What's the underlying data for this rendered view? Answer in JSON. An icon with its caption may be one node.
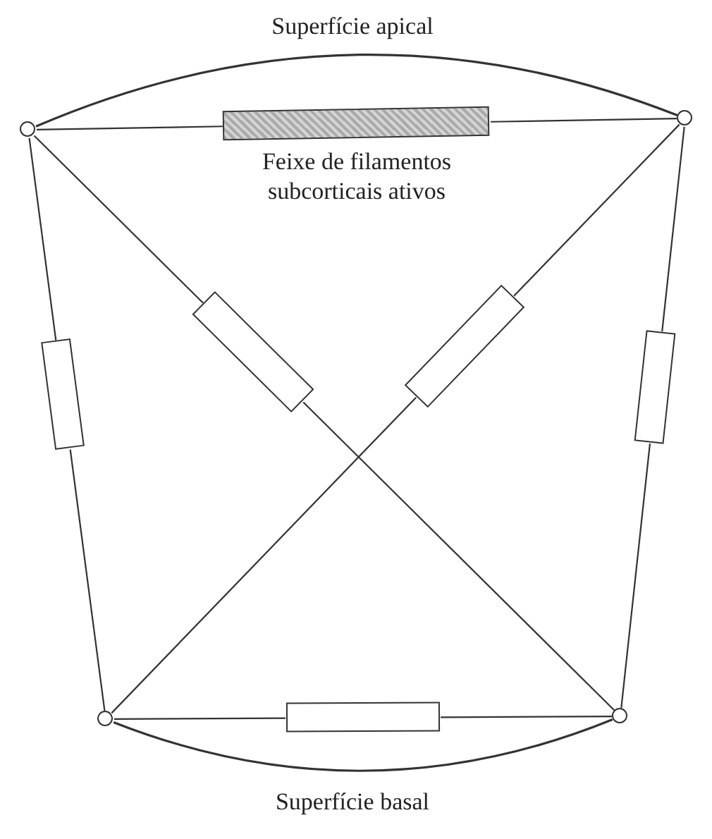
{
  "diagram": {
    "nodes": [
      {
        "text": [],
        "shape": "circle"
      },
      {
        "text": [],
        "shape": "circle"
      },
      {
        "text": [],
        "shape": "box",
        "beside": [
          "Feixe de filamentos subcorticais ativos"
        ]
      },
      {
        "text": [],
        "shape": "box"
      },
      {
        "text": [],
        "shape": "box"
      },
      {
        "text": [],
        "shape": "box"
      },
      {
        "text": [],
        "shape": "box"
      },
      {
        "text": [],
        "shape": "circle"
      },
      {
        "text": [],
        "shape": "box"
      },
      {
        "text": [],
        "shape": "circle"
      }
    ],
    "edges": [
      {
        "from": 0,
        "to": 2,
        "arrow": "none"
      },
      {
        "from": 2,
        "to": 1,
        "arrow": "none"
      },
      {
        "from": 0,
        "to": 3,
        "arrow": "none"
      },
      {
        "from": 3,
        "to": 7,
        "arrow": "none"
      },
      {
        "from": 0,
        "to": 4,
        "arrow": "none"
      },
      {
        "from": 4,
        "to": 9,
        "arrow": "none"
      },
      {
        "from": 1,
        "to": 5,
        "arrow": "none"
      },
      {
        "from": 5,
        "to": 7,
        "arrow": "none"
      },
      {
        "from": 1,
        "to": 6,
        "arrow": "none"
      },
      {
        "from": 6,
        "to": 9,
        "arrow": "none"
      },
      {
        "from": 7,
        "to": 8,
        "arrow": "none"
      },
      {
        "from": 8,
        "to": 9,
        "arrow": "none"
      },
      {
        "from": 0,
        "to": 1,
        "arrow": "none"
      },
      {
        "from": 7,
        "to": 9,
        "arrow": "none"
      }
    ],
    "labels": [
      "Superfície apical",
      "Superfície basal"
    ]
  }
}
